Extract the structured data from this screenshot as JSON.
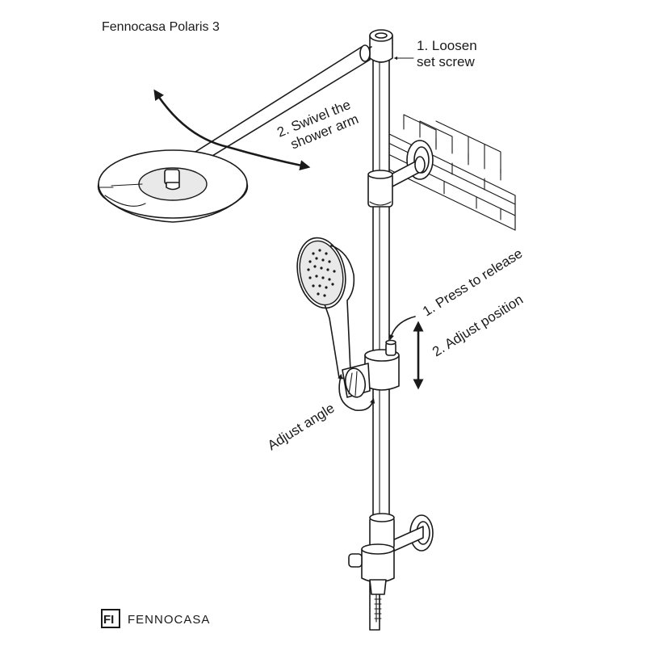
{
  "title": "Fennocasa Polaris 3",
  "labels": {
    "loosen_line1": "1. Loosen",
    "loosen_line2": "set screw",
    "swivel_line1": "2. Swivel the",
    "swivel_line2": "shower arm",
    "press_release": "1. Press to release",
    "adjust_position": "2. Adjust position",
    "adjust_angle": "Adjust angle"
  },
  "brand": {
    "logo_text": "FI",
    "name": "FENNOCASA"
  }
}
